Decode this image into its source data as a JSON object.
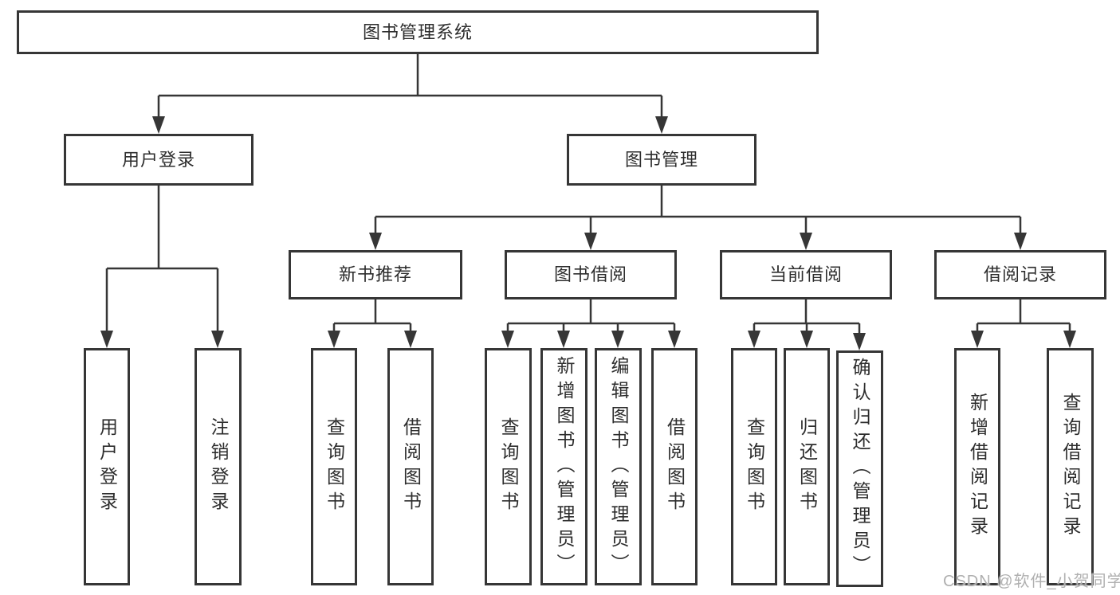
{
  "tree": {
    "label": "图书管理系统",
    "children": [
      {
        "label": "用户登录",
        "children": [
          {
            "label": "用户登录"
          },
          {
            "label": "注销登录"
          }
        ]
      },
      {
        "label": "图书管理",
        "children": [
          {
            "label": "新书推荐",
            "children": [
              {
                "label": "查询图书"
              },
              {
                "label": "借阅图书"
              }
            ]
          },
          {
            "label": "图书借阅",
            "children": [
              {
                "label": "查询图书"
              },
              {
                "label": "新增图书（管理员）"
              },
              {
                "label": "编辑图书（管理员）"
              },
              {
                "label": "借阅图书"
              }
            ]
          },
          {
            "label": "当前借阅",
            "children": [
              {
                "label": "查询图书"
              },
              {
                "label": "归还图书"
              },
              {
                "label": "确认归还（管理员）"
              }
            ]
          },
          {
            "label": "借阅记录",
            "children": [
              {
                "label": "新增借阅记录"
              },
              {
                "label": "查询借阅记录"
              }
            ]
          }
        ]
      }
    ]
  },
  "watermark": "CSDN @软件_小贺同学",
  "colors": {
    "border": "#363636",
    "line": "#363636",
    "text": "#2d2d2d",
    "watermark": "#b0b0b0",
    "background": "#ffffff"
  }
}
